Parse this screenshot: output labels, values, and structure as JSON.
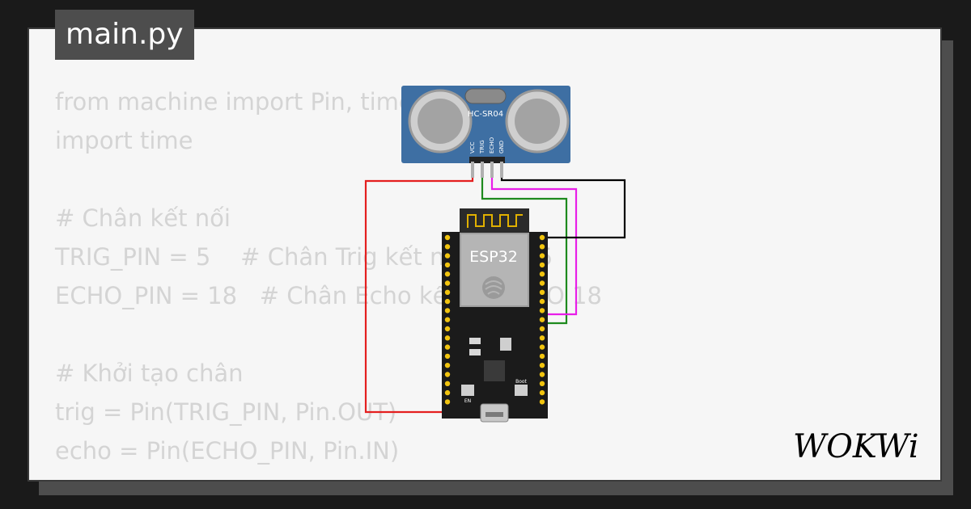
{
  "file_tab": {
    "name": "main.py"
  },
  "code_lines": [
    "from machine import Pin, time_pulse_us",
    "import time",
    "",
    "# Chân kết nối",
    "TRIG_PIN = 5    # Chân Trig kết nối GPIO 5",
    "ECHO_PIN = 18   # Chân Echo kết nối GPIO 18",
    "",
    "# Khởi tạo chân",
    "trig = Pin(TRIG_PIN, Pin.OUT)",
    "echo = Pin(ECHO_PIN, Pin.IN)"
  ],
  "sensor": {
    "model": "HC-SR04",
    "pins": [
      "VCC",
      "TRIG",
      "ECHO",
      "GND"
    ]
  },
  "board": {
    "label": "ESP32",
    "boot_label": "Boot",
    "en_label": "EN"
  },
  "wires": {
    "vcc_color": "#e41f1f",
    "trig_color": "#1d8a1d",
    "echo_color": "#e81ee8",
    "gnd_color": "#000000"
  },
  "brand": {
    "logo_text": "WOKWi"
  },
  "colors": {
    "background": "#1a1a1a",
    "card": "#f6f6f6",
    "tab": "#4d4d4d",
    "code_text": "#d4d4d4",
    "sensor_blue": "#3e6fa3",
    "board_black": "#1b1b1b"
  }
}
